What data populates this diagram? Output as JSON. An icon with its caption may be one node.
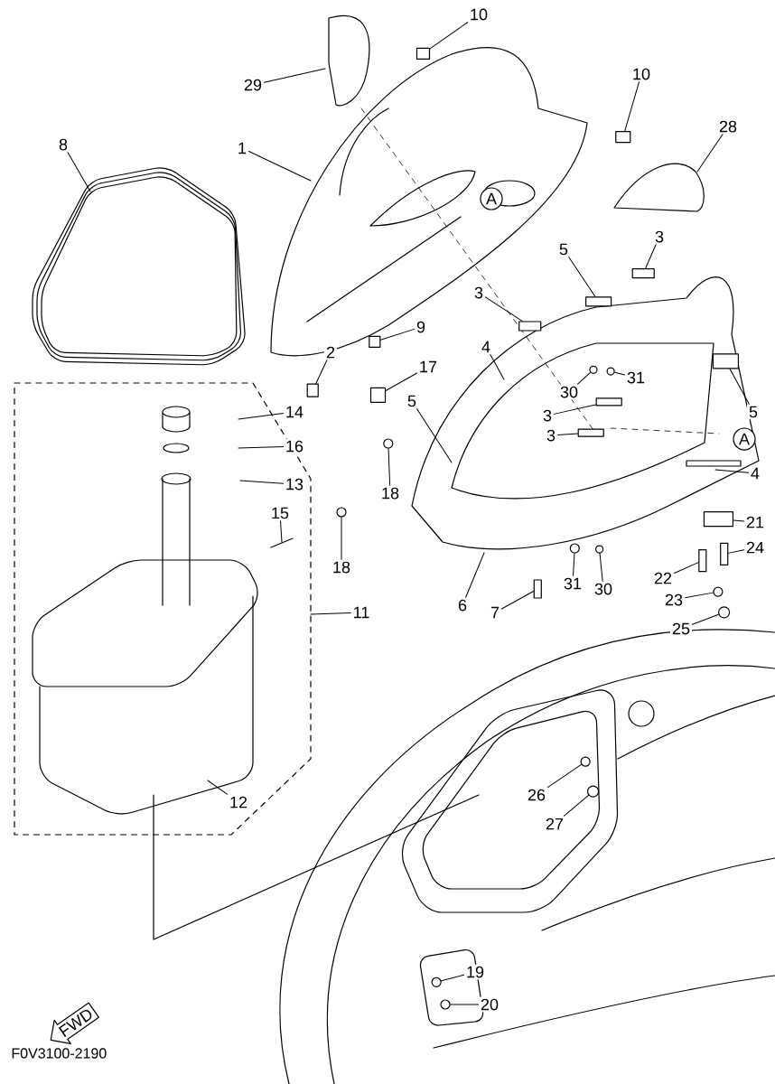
{
  "diagram": {
    "nodes": [
      {
        "text": [
          "10"
        ]
      },
      {
        "text": [
          "29"
        ]
      },
      {
        "text": [
          "10"
        ]
      },
      {
        "text": [
          "28"
        ]
      },
      {
        "text": [
          "8"
        ]
      },
      {
        "text": [
          "1"
        ]
      },
      {
        "text": [
          "A"
        ]
      },
      {
        "text": [
          "3"
        ]
      },
      {
        "text": [
          "5"
        ]
      },
      {
        "text": [
          "3"
        ]
      },
      {
        "text": [
          "9"
        ]
      },
      {
        "text": [
          "2"
        ]
      },
      {
        "text": [
          "4"
        ]
      },
      {
        "text": [
          "17"
        ]
      },
      {
        "text": [
          "30"
        ]
      },
      {
        "text": [
          "31"
        ]
      },
      {
        "text": [
          "5"
        ]
      },
      {
        "text": [
          "5"
        ]
      },
      {
        "text": [
          "14"
        ]
      },
      {
        "text": [
          "3"
        ]
      },
      {
        "text": [
          "3"
        ]
      },
      {
        "text": [
          "A"
        ]
      },
      {
        "text": [
          "16"
        ]
      },
      {
        "text": [
          "13"
        ]
      },
      {
        "text": [
          "4"
        ]
      },
      {
        "text": [
          "18"
        ]
      },
      {
        "text": [
          "15"
        ]
      },
      {
        "text": [
          "21"
        ]
      },
      {
        "text": [
          "24"
        ]
      },
      {
        "text": [
          "18"
        ]
      },
      {
        "text": [
          "22"
        ]
      },
      {
        "text": [
          "31"
        ]
      },
      {
        "text": [
          "30"
        ]
      },
      {
        "text": [
          "6"
        ]
      },
      {
        "text": [
          "7"
        ]
      },
      {
        "text": [
          "11"
        ]
      },
      {
        "text": [
          "23"
        ]
      },
      {
        "text": [
          "25"
        ]
      },
      {
        "text": [
          "26"
        ]
      },
      {
        "text": [
          "12"
        ]
      },
      {
        "text": [
          "27"
        ]
      },
      {
        "text": [
          "19"
        ]
      },
      {
        "text": [
          "20"
        ]
      },
      {
        "text": [
          "FWD"
        ]
      },
      {
        "text": [],
        "shape": "box"
      },
      {
        "text": [],
        "shape": "box"
      },
      {
        "text": [],
        "shape": "box"
      },
      {
        "text": [],
        "shape": "box"
      },
      {
        "text": [],
        "shape": "box"
      },
      {
        "text": [],
        "shape": "box"
      },
      {
        "text": [],
        "shape": "box"
      },
      {
        "text": [],
        "shape": "box"
      },
      {
        "text": [],
        "shape": "circle"
      },
      {
        "text": [],
        "shape": "circle"
      },
      {
        "text": [],
        "shape": "box"
      },
      {
        "text": [],
        "shape": "box"
      },
      {
        "text": [],
        "shape": "box"
      },
      {
        "text": [],
        "shape": "circle"
      },
      {
        "text": [],
        "shape": "box"
      },
      {
        "text": [],
        "shape": "box"
      },
      {
        "text": [],
        "shape": "circle"
      },
      {
        "text": [],
        "shape": "box"
      },
      {
        "text": [],
        "shape": "circle"
      },
      {
        "text": [],
        "shape": "circle"
      },
      {
        "text": [],
        "shape": "box"
      },
      {
        "text": [],
        "shape": "circle"
      },
      {
        "text": [],
        "shape": "circle"
      },
      {
        "text": [],
        "shape": "circle"
      },
      {
        "text": [],
        "shape": "circle"
      },
      {
        "text": [],
        "shape": "circle"
      },
      {
        "text": [],
        "shape": "circle"
      }
    ],
    "edges": [
      {
        "from": 0,
        "to": 44,
        "arrow": "none"
      },
      {
        "from": 1,
        "to": null,
        "arrow": "none"
      },
      {
        "from": 2,
        "to": 45,
        "arrow": "none"
      },
      {
        "from": 3,
        "to": null,
        "arrow": "none"
      },
      {
        "from": 4,
        "to": null,
        "arrow": "none"
      },
      {
        "from": 5,
        "to": null,
        "arrow": "none"
      },
      {
        "from": 7,
        "to": 46,
        "arrow": "none"
      },
      {
        "from": 8,
        "to": 47,
        "arrow": "none"
      },
      {
        "from": 9,
        "to": 48,
        "arrow": "none"
      },
      {
        "from": 10,
        "to": 49,
        "arrow": "none"
      },
      {
        "from": 11,
        "to": 50,
        "arrow": "none"
      },
      {
        "from": 12,
        "to": null,
        "arrow": "none"
      },
      {
        "from": 13,
        "to": 51,
        "arrow": "none"
      },
      {
        "from": 14,
        "to": 52,
        "arrow": "none"
      },
      {
        "from": 15,
        "to": 53,
        "arrow": "none"
      },
      {
        "from": 16,
        "to": null,
        "arrow": "none"
      },
      {
        "from": 17,
        "to": 54,
        "arrow": "none"
      },
      {
        "from": 18,
        "to": null,
        "arrow": "none"
      },
      {
        "from": 19,
        "to": 55,
        "arrow": "none"
      },
      {
        "from": 20,
        "to": 56,
        "arrow": "none"
      },
      {
        "from": 22,
        "to": null,
        "arrow": "none"
      },
      {
        "from": 23,
        "to": null,
        "arrow": "none"
      },
      {
        "from": 24,
        "to": null,
        "arrow": "none"
      },
      {
        "from": 25,
        "to": 57,
        "arrow": "none"
      },
      {
        "from": 26,
        "to": null,
        "arrow": "none"
      },
      {
        "from": 27,
        "to": 58,
        "arrow": "none"
      },
      {
        "from": 28,
        "to": 59,
        "arrow": "none"
      },
      {
        "from": 29,
        "to": 60,
        "arrow": "none"
      },
      {
        "from": 30,
        "to": 61,
        "arrow": "none"
      },
      {
        "from": 31,
        "to": 62,
        "arrow": "none"
      },
      {
        "from": 32,
        "to": 63,
        "arrow": "none"
      },
      {
        "from": 33,
        "to": null,
        "arrow": "none"
      },
      {
        "from": 34,
        "to": 64,
        "arrow": "none"
      },
      {
        "from": 35,
        "to": null,
        "arrow": "none"
      },
      {
        "from": 36,
        "to": 65,
        "arrow": "none"
      },
      {
        "from": 37,
        "to": 66,
        "arrow": "none"
      },
      {
        "from": 38,
        "to": 67,
        "arrow": "none"
      },
      {
        "from": 39,
        "to": null,
        "arrow": "none"
      },
      {
        "from": 40,
        "to": 68,
        "arrow": "none"
      },
      {
        "from": 41,
        "to": 69,
        "arrow": "none"
      },
      {
        "from": 42,
        "to": 70,
        "arrow": "none"
      }
    ],
    "labels": [
      "F0V3100-2190"
    ]
  }
}
